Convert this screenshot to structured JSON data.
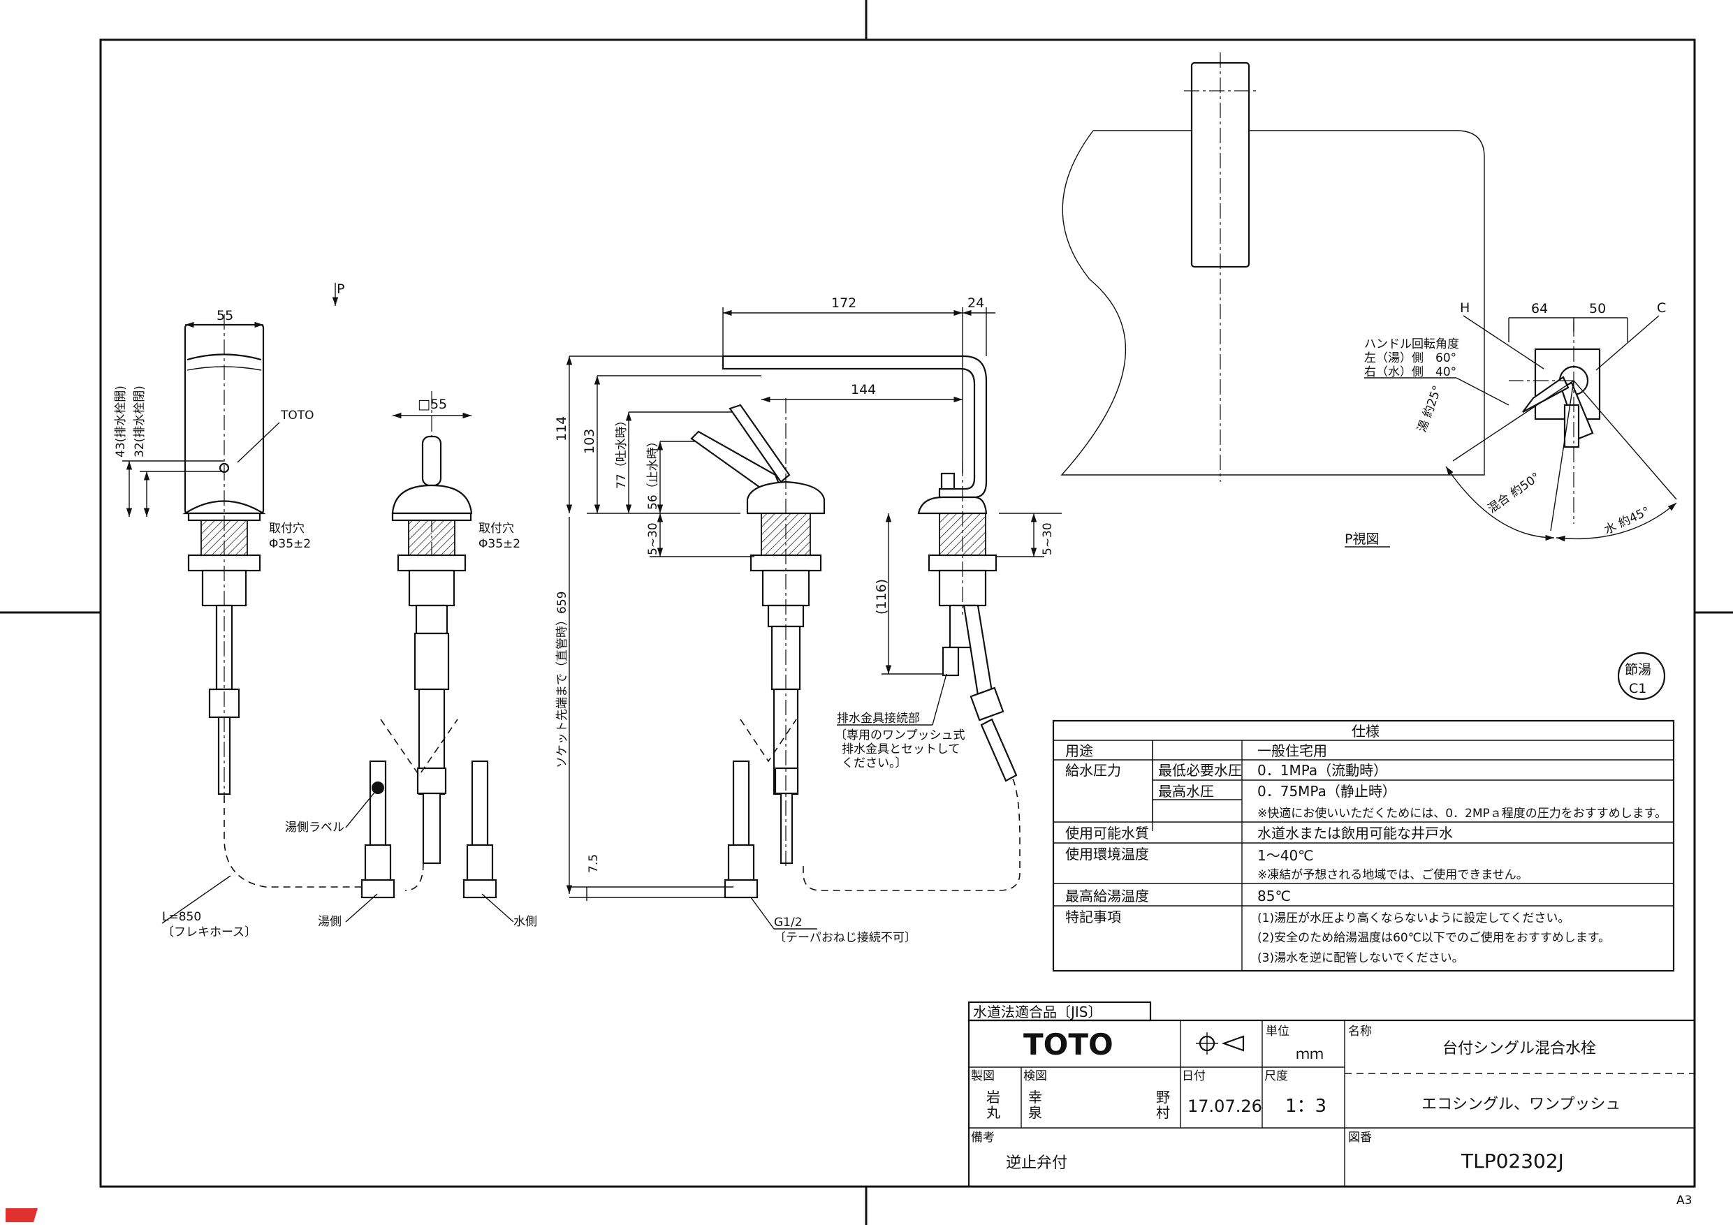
{
  "drawing": {
    "view_label_p": "P",
    "p_view_title": "P視図",
    "labels": {
      "toto_mark": "TOTO",
      "mount_hole_1": "取付穴",
      "mount_hole_1_dim": "Φ35±2",
      "mount_hole_2": "取付穴",
      "mount_hole_2_dim": "Φ35±2",
      "hot_label": "湯側ラベル",
      "hot_side": "湯側",
      "cold_side": "水側",
      "hose_length": "L=850",
      "hose_type": "〔フレキホース〕",
      "drain_conn": "排水金具接続部",
      "drain_note_1": "〔専用のワンプッシュ式",
      "drain_note_2": "排水金具とセットして",
      "drain_note_3": "ください。〕",
      "thread": "G1/2",
      "thread_note": "〔テーパおねじ接続不可〕",
      "handle_angle_title": "ハンドル回転角度",
      "handle_angle_left": "左（湯）側　60°",
      "handle_angle_right": "右（水）側　40°",
      "h_mark": "H",
      "c_mark": "C",
      "hot_angle": "湯 約25°",
      "mix_angle": "混合 約50°",
      "cold_angle": "水 約45°",
      "drain_open_43": "43(排水栓開)",
      "drain_close_32": "32(排水栓閉)",
      "socket_length": "ソケット先端まで（直管時）659",
      "spout_open": "77（吐水時）",
      "spout_close": "56（止水時）",
      "saving_badge_1": "節湯",
      "saving_badge_2": "C1",
      "sheet_size": "A3"
    },
    "dimensions": {
      "d55": "55",
      "d55sq": "□55",
      "d172": "172",
      "d24": "24",
      "d144": "144",
      "d114": "114",
      "d103": "103",
      "d5_30_a": "5~30",
      "d5_30_b": "5~30",
      "d116": "(116)",
      "d7_5": "7.5",
      "d64": "64",
      "d50": "50"
    }
  },
  "spec_table": {
    "title": "仕様",
    "rows": [
      {
        "label": "用途",
        "sub": "",
        "value": "一般住宅用"
      },
      {
        "label": "給水圧力",
        "sub": "最低必要水圧",
        "value": "0．1MPa（流動時）"
      },
      {
        "label": "",
        "sub": "最高水圧",
        "value": "0．75MPa（静止時）"
      },
      {
        "label": "",
        "sub": "",
        "value": "※快適にお使いいただくためには、0．2MPａ程度の圧力をおすすめします。"
      },
      {
        "label": "使用可能水質",
        "sub": "",
        "value": "水道水または飲用可能な井戸水"
      },
      {
        "label": "使用環境温度",
        "sub": "",
        "value": "1～40℃"
      },
      {
        "label": "",
        "sub": "",
        "value": "※凍結が予想される地域では、ご使用できません。"
      },
      {
        "label": "最高給湯温度",
        "sub": "",
        "value": "85℃"
      },
      {
        "label": "特記事項",
        "sub": "",
        "value": "(1)湯圧が水圧より高くならないように設定してください。"
      },
      {
        "label": "",
        "sub": "",
        "value": "(2)安全のため給湯温度は60℃以下でのご使用をおすすめします。"
      },
      {
        "label": "",
        "sub": "",
        "value": "(3)湯水を逆に配管しないでください。"
      }
    ]
  },
  "title_block": {
    "jis": "水道法適合品〔JIS〕",
    "brand": "TOTO",
    "unit_label": "単位",
    "unit_value": "ｍｍ",
    "name_label": "名称",
    "name_value": "台付シングル混合水栓",
    "drafted_label": "製図",
    "drafted_1": "岩",
    "drafted_2": "丸",
    "checked_label": "検図",
    "checked_1": "幸",
    "checked_2": "泉",
    "approved_1": "野",
    "approved_2": "村",
    "date_label": "日付",
    "date_value": "17.07.26",
    "scale_label": "尺度",
    "scale_value": "1：3",
    "subname": "エコシングル、ワンプッシュ",
    "remarks_label": "備考",
    "remarks_value": "逆止弁付",
    "drawing_no_label": "図番",
    "drawing_no": "TLP02302J"
  }
}
